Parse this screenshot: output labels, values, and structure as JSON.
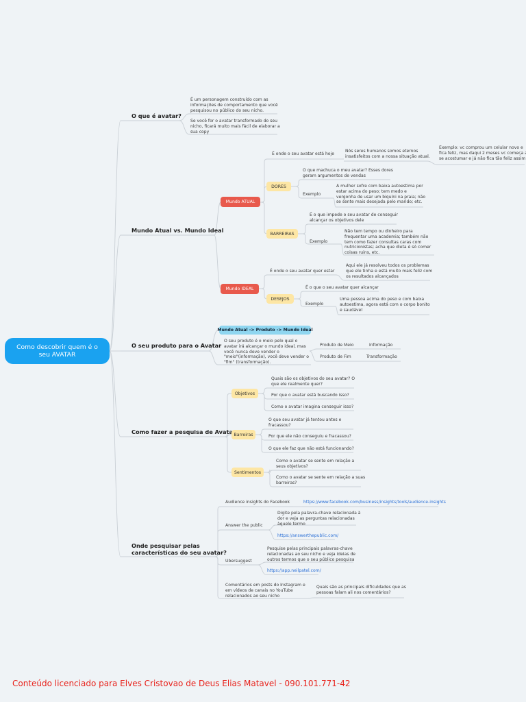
{
  "root": {
    "text": "Como descobrir quem é o\nseu AVATAR"
  },
  "footer": "Conteúdo licenciado para Elves Cristovao de Deus Elias Matavel - 090.101.771-42",
  "branches": [
    {
      "title": "O que é avatar?",
      "items": [
        "É um personagem construído com as\ninformações de comportamento que você\npesquisou no público do seu nicho.",
        "Se você for o avatar transformado do seu\nnicho, ficará muito mais fácil de elaborar a\nsua copy"
      ]
    },
    {
      "title": "Mundo Atual vs. Mundo Ideal",
      "atual": {
        "label": "Mundo ATUAL",
        "def": "É onde o seu avatar está hoje",
        "def_note": "Nós seres humanos somos eternos\ninsatisfeitos com a nossa situação atual.",
        "def_example": "Exemplo: vc comprou um celular novo e\nfica feliz, mas daqui 2 meses vc começa a\nse acostumar e já não fica tão feliz assim",
        "dores": {
          "label": "DORES",
          "q": "O que machuca o meu avatar? Esses dores\ngeram argumentos de vendas",
          "ex_label": "Exemplo",
          "ex": "A mulher sofre com baixa autoestima por\nestar acima do peso; tem medo e\nvergonha de usar um biquíni na praia; não\nse sente mais desejada pelo marido; etc."
        },
        "barreiras": {
          "label": "BARREIRAS",
          "q": "É o que impede o seu avatar de conseguir\nalcançar os objetivos dele",
          "ex_label": "Exemplo",
          "ex": "Não tem tempo ou dinheiro para\nfrequentar uma academia; também não\ntem como fazer consultas caras com\nnutricionistas; acha que dieta é só comer\ncoisas ruins, etc."
        }
      },
      "ideal": {
        "label": "Mundo IDEAL",
        "def": "É onde o seu avatar quer estar",
        "def_note": "Aqui ele já resolveu todos os problemas\nque ele tinha e está muito mais feliz com\nos resultados alcançados",
        "desejos": {
          "label": "DESEJOS",
          "q": "É o que o seu avatar quer alcançar",
          "ex_label": "Exemplo",
          "ex": "Uma pessoa acima do peso e com baixa\nautoestima, agora está com o corpo bonito\ne saudável"
        }
      }
    },
    {
      "title": "O seu produto para o Avatar",
      "pill": "Mundo Atual -> Produto -> Mundo Ideal",
      "desc": "O seu produto é o meio pelo qual o\navatar irá alcançar o mundo ideal, mas\nvocê nunca deve vender o\n\"meio\"(informação), você deve vender o\n\"fim\" (transformação).",
      "pairs": [
        {
          "left": "Produto de Meio",
          "right": "Informação"
        },
        {
          "left": "Produto de Fim",
          "right": "Transformação"
        }
      ]
    },
    {
      "title": "Como fazer a pesquisa de Avatar",
      "groups": [
        {
          "label": "Objetivos",
          "items": [
            "Quais são os objetivos do seu avatar? O\nque ele realmente quer?",
            "Por que o avatar está buscando isso?",
            "Como o avatar imagina conseguir isso?"
          ]
        },
        {
          "label": "Barreiras",
          "items": [
            "O que seu avatar já tentou antes e\nfracassou?",
            "Por que ele não conseguiu e fracassou?",
            "O que ele faz que não está funcionando?"
          ]
        },
        {
          "label": "Sentimentos",
          "items": [
            "Como o avatar se sente em relação a\nseus objetivos?",
            "Como o avatar se sente em relação a suas\nbarreiras?"
          ]
        }
      ]
    },
    {
      "title": "Onde pesquisar pelas\ncaracterísticas do seu avatar?",
      "sources": [
        {
          "label": "Audience insights do Facebook",
          "link": "https://www.facebook.com/business/insights/tools/audience-insights"
        },
        {
          "label": "Answer the public",
          "desc": "Digite pela palavra-chave relacionada à\ndor e veja as perguntas relacionadas\nàquele termo",
          "link": "https://answerthepublic.com/"
        },
        {
          "label": "Ubersuggest",
          "desc": "Pesquise pelas principais palavras-chave\nrelacionadas ao seu nicho e veja ideias de\noutros termos que o seu público pesquisa",
          "link": "https://app.neilpatel.com/"
        },
        {
          "label": "Comentários em posts do Instagram e\nem vídeos de canais no YouTube\nrelacionados ao seu nicho",
          "desc": "Quais são as principais dificuldades que as\npessoas falam ali nos comentários?"
        }
      ]
    }
  ],
  "colors": {
    "background": "#eff3f6",
    "root": "#1aa2f0",
    "red_pill": "#e8594c",
    "yellow_pill": "#fde6a4",
    "blue_pill": "#8fd6f0",
    "link": "#2a6fd6",
    "footer": "#e8221b",
    "connector": "#c9cfd5"
  }
}
